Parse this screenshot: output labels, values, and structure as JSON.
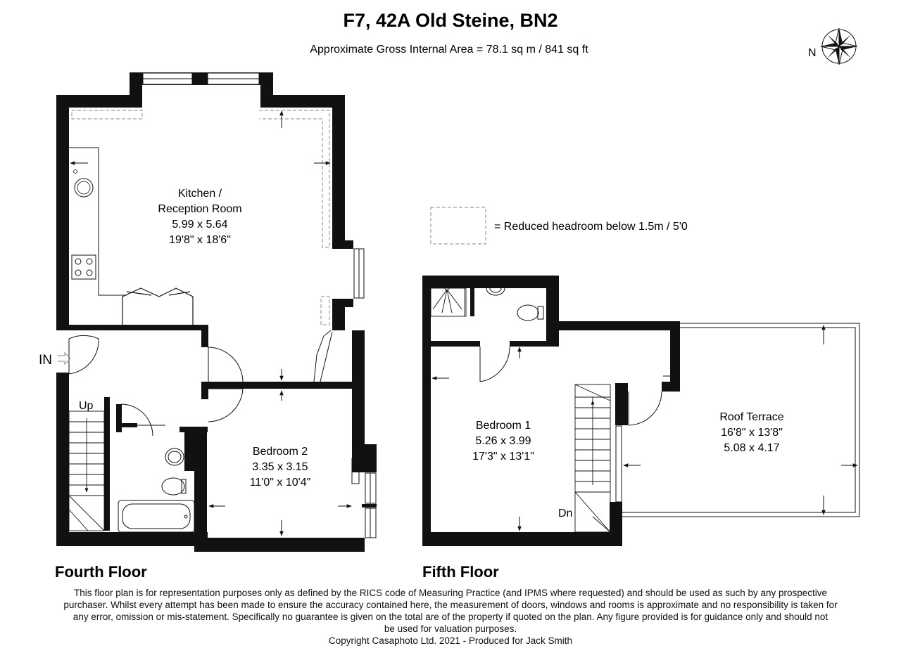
{
  "header": {
    "title": "F7, 42A Old Steine, BN2",
    "area": "Approximate Gross Internal Area = 78.1 sq m / 841 sq ft"
  },
  "compass": {
    "label": "N"
  },
  "legend": {
    "text": "= Reduced headroom below 1.5m / 5'0"
  },
  "fourth_floor": {
    "label": "Fourth Floor",
    "entrance": "IN",
    "stairs_label": "Up",
    "kitchen": {
      "name_line1": "Kitchen /",
      "name_line2": "Reception Room",
      "metric": "5.99 x 5.64",
      "imperial": "19'8\" x 18'6\""
    },
    "bedroom2": {
      "name": "Bedroom 2",
      "metric": "3.35 x 3.15",
      "imperial": "11'0\" x 10'4\""
    }
  },
  "fifth_floor": {
    "label": "Fifth Floor",
    "stairs_label": "Dn",
    "bedroom1": {
      "name": "Bedroom 1",
      "metric": "5.26 x 3.99",
      "imperial": "17'3\" x 13'1\""
    },
    "terrace": {
      "name": "Roof Terrace",
      "imperial": "16'8\" x 13'8\"",
      "metric": "5.08 x 4.17"
    }
  },
  "footer": {
    "disclaimer_1": "This floor plan is for representation purposes only as defined by the RICS code of Measuring Practice (and IPMS where requested) and should be used as such by any prospective",
    "disclaimer_2": "purchaser. Whilst every attempt has been made to ensure the accuracy contained here, the measurement of doors, windows and rooms is approximate and no responsibility is taken for",
    "disclaimer_3": "any error, omission or mis-statement. Specifically no guarantee is given on the total are of the property if quoted on the plan. Any figure provided is for guidance only and should not",
    "disclaimer_4": "be used for valuation purposes.",
    "copyright": "Copyright Casaphoto Ltd. 2021 - Produced for Jack Smith"
  }
}
